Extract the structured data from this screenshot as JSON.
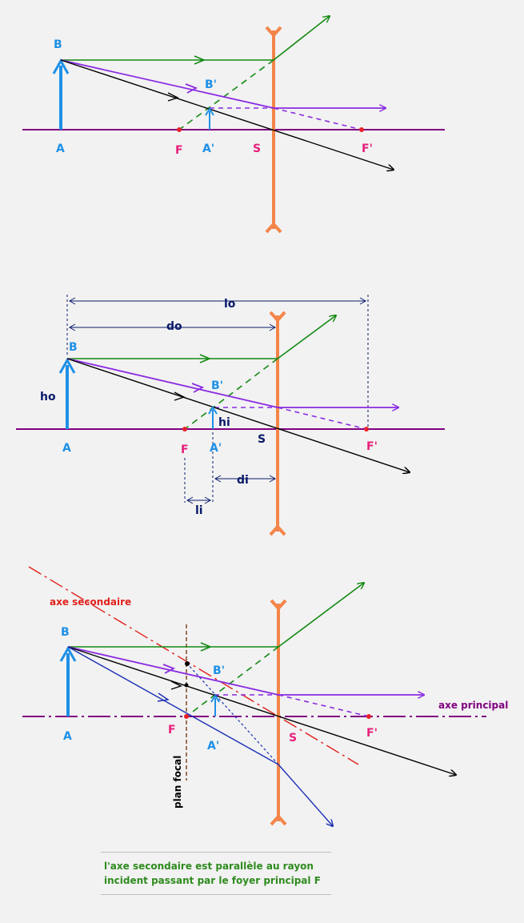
{
  "colors": {
    "axis": "#800080",
    "lens": "#f4854a",
    "object": "#1e90e6",
    "focus": "#e8207a",
    "green_ray": "#138a13",
    "purple_ray": "#8a2be2",
    "black_ray": "#000000",
    "blue_ray": "#1a2fb5",
    "dim": "#0a1a6a",
    "secondary_axis": "#e0201c",
    "focal_plane": "#7a3b12"
  },
  "diagram1": {
    "labels": {
      "A": "A",
      "B": "B",
      "A_img": "A'",
      "B_img": "B'",
      "F": "F",
      "F_img": "F'",
      "S": "S"
    }
  },
  "diagram2": {
    "labels": {
      "A": "A",
      "B": "B",
      "A_img": "A'",
      "B_img": "B'",
      "F": "F",
      "F_img": "F'",
      "S": "S"
    },
    "dims": {
      "lo": "lo",
      "do": "do",
      "ho": "ho",
      "hi": "hi",
      "di": "di",
      "li": "li"
    }
  },
  "diagram3": {
    "labels": {
      "A": "A",
      "B": "B",
      "A_img": "A'",
      "B_img": "B'",
      "F": "F",
      "F_img": "F'",
      "S": "S"
    },
    "axe_secondaire": "axe secondaire",
    "axe_principal": "axe principal",
    "plan_focal": "plan focal"
  },
  "note": {
    "line1": "l'axe secondaire est parallèle au rayon",
    "line2": "incident passant par le foyer principal F"
  }
}
